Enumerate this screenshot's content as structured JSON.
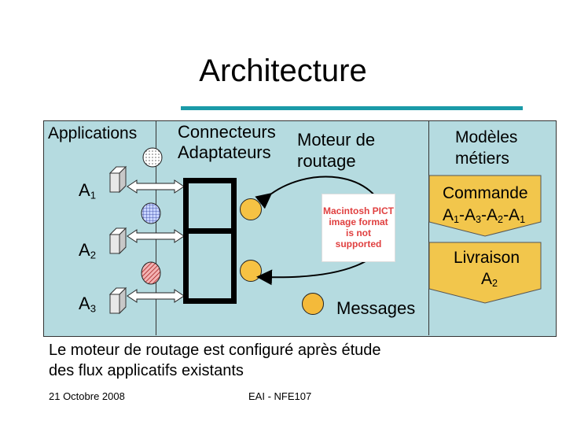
{
  "slide": {
    "title": "Architecture",
    "columns": {
      "applications": "Applications",
      "connecteurs": "Connecteurs",
      "adaptateurs": "Adaptateurs",
      "moteur_line1": "Moteur de",
      "moteur_line2": "routage",
      "modeles_line1": "Modèles",
      "modeles_line2": "métiers"
    },
    "apps": [
      {
        "label": "A",
        "sub": "1"
      },
      {
        "label": "A",
        "sub": "2"
      },
      {
        "label": "A",
        "sub": "3"
      }
    ],
    "commande": {
      "line1": "Commande",
      "line2_parts": [
        {
          "t": "A",
          "s": "1"
        },
        {
          "t": "-A",
          "s": "3"
        },
        {
          "t": "-A",
          "s": "2"
        },
        {
          "t": "-A",
          "s": "1"
        }
      ]
    },
    "livraison": {
      "line1": "Livraison",
      "line2": "A",
      "line2_sub": "2"
    },
    "messages_label": "Messages",
    "pict_placeholder": {
      "line1": "Macintosh PICT",
      "line2": "image format",
      "line3": "is not supported"
    },
    "bottom_text_line1": "Le moteur de routage est configuré après étude",
    "bottom_text_line2": "des flux applicatifs existants",
    "footer_date": "21 Octobre 2008",
    "footer_course": "EAI - NFE107"
  },
  "colors": {
    "panel_bg": "#b5dbe0",
    "rule": "#1a9aa8",
    "circle_fill": "#f6c244",
    "pentagon_fill": "#f2c64c"
  }
}
